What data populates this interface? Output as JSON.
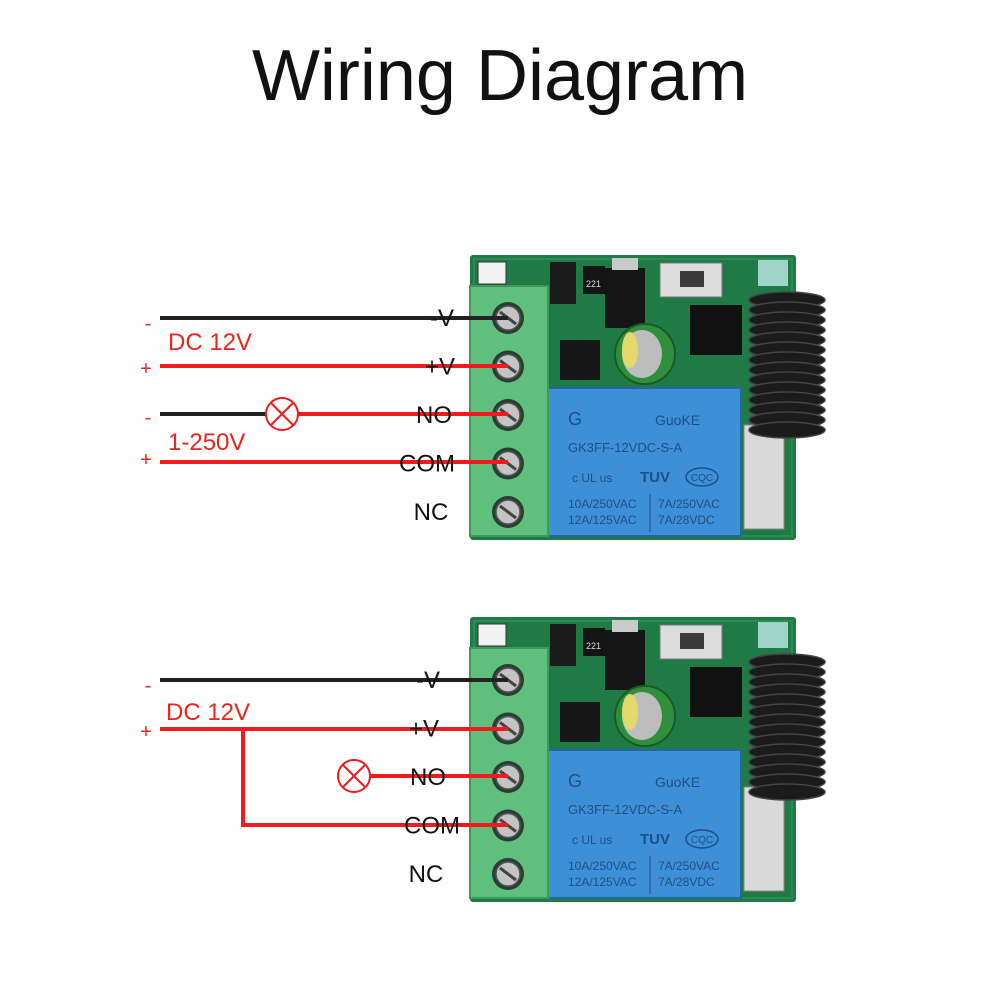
{
  "title": "Wiring Diagram",
  "colors": {
    "wire_red": "#ee1c1c",
    "wire_black": "#222222",
    "pcb_green": "#1f7a45",
    "terminal_green": "#5fbf7d",
    "relay_blue": "#3d8fd8",
    "label_red": "#e8261f",
    "text_black": "#111111"
  },
  "diagrams": [
    {
      "terminals": [
        "-V",
        "+V",
        "NO",
        "COM",
        "NC"
      ],
      "supply": {
        "label": "DC 12V",
        "minus": "-",
        "plus": "+"
      },
      "load": {
        "label": "1-250V",
        "minus": "-",
        "plus": "+"
      },
      "relay": {
        "brand": "GuoKE",
        "model": "GK3FF-12VDC-S-A",
        "ratings_left": [
          "10A/250VAC",
          "12A/125VAC"
        ],
        "ratings_right": [
          "7A/250VAC",
          "7A/28VDC"
        ],
        "cert": "TUV",
        "cqc": "CQC",
        "ul": "c UL us"
      },
      "pcb_text": "221",
      "lamp_icon": "lamp-icon"
    },
    {
      "terminals": [
        "-V",
        "+V",
        "NO",
        "COM",
        "NC"
      ],
      "supply": {
        "label": "DC 12V",
        "minus": "-",
        "plus": "+"
      },
      "relay": {
        "brand": "GuoKE",
        "model": "GK3FF-12VDC-S-A",
        "ratings_left": [
          "10A/250VAC",
          "12A/125VAC"
        ],
        "ratings_right": [
          "7A/250VAC",
          "7A/28VDC"
        ],
        "cert": "TUV",
        "cqc": "CQC",
        "ul": "c UL us"
      },
      "pcb_text": "221",
      "lamp_icon": "lamp-icon"
    }
  ]
}
